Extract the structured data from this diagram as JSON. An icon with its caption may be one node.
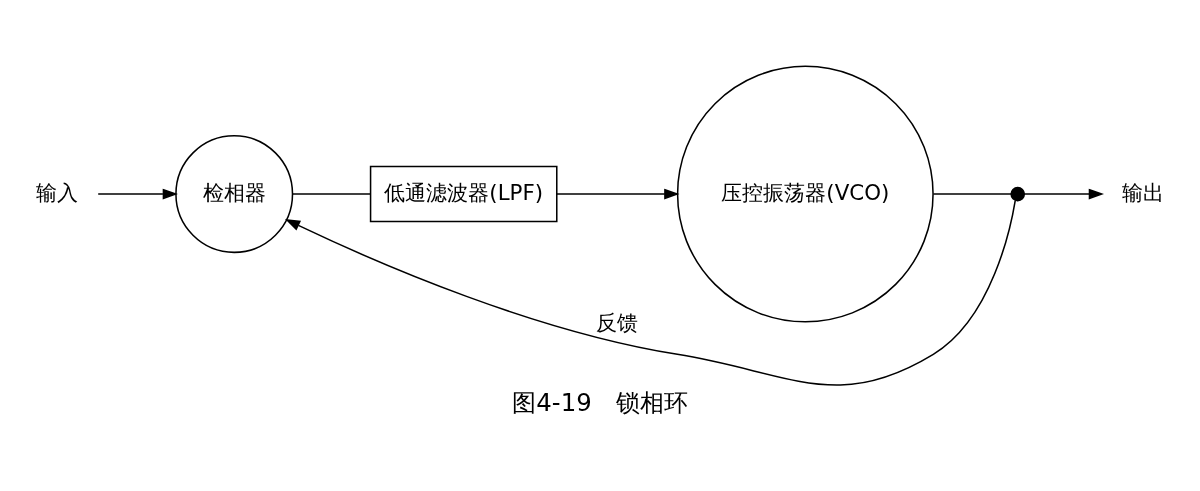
{
  "diagram": {
    "caption": "图4-19　锁相环",
    "nodes": [
      {
        "text": [
          "输入"
        ]
      },
      {
        "text": [
          "检相器"
        ]
      },
      {
        "text": [
          "低通滤波器(LPF)"
        ]
      },
      {
        "text": [
          "压控振荡器(VCO)"
        ]
      },
      {
        "text": [],
        "shape": "circle"
      },
      {
        "text": [
          "输出"
        ]
      }
    ],
    "edges": [
      {
        "from": 0,
        "to": 1,
        "arrow": "to"
      },
      {
        "from": 1,
        "to": 2,
        "arrow": "none"
      },
      {
        "from": 2,
        "to": 3,
        "arrow": "to"
      },
      {
        "from": 3,
        "to": 4,
        "arrow": "none"
      },
      {
        "from": 4,
        "to": 5,
        "arrow": "to"
      },
      {
        "from": 4,
        "to": 1,
        "arrow": "to",
        "label": "反馈"
      }
    ]
  }
}
